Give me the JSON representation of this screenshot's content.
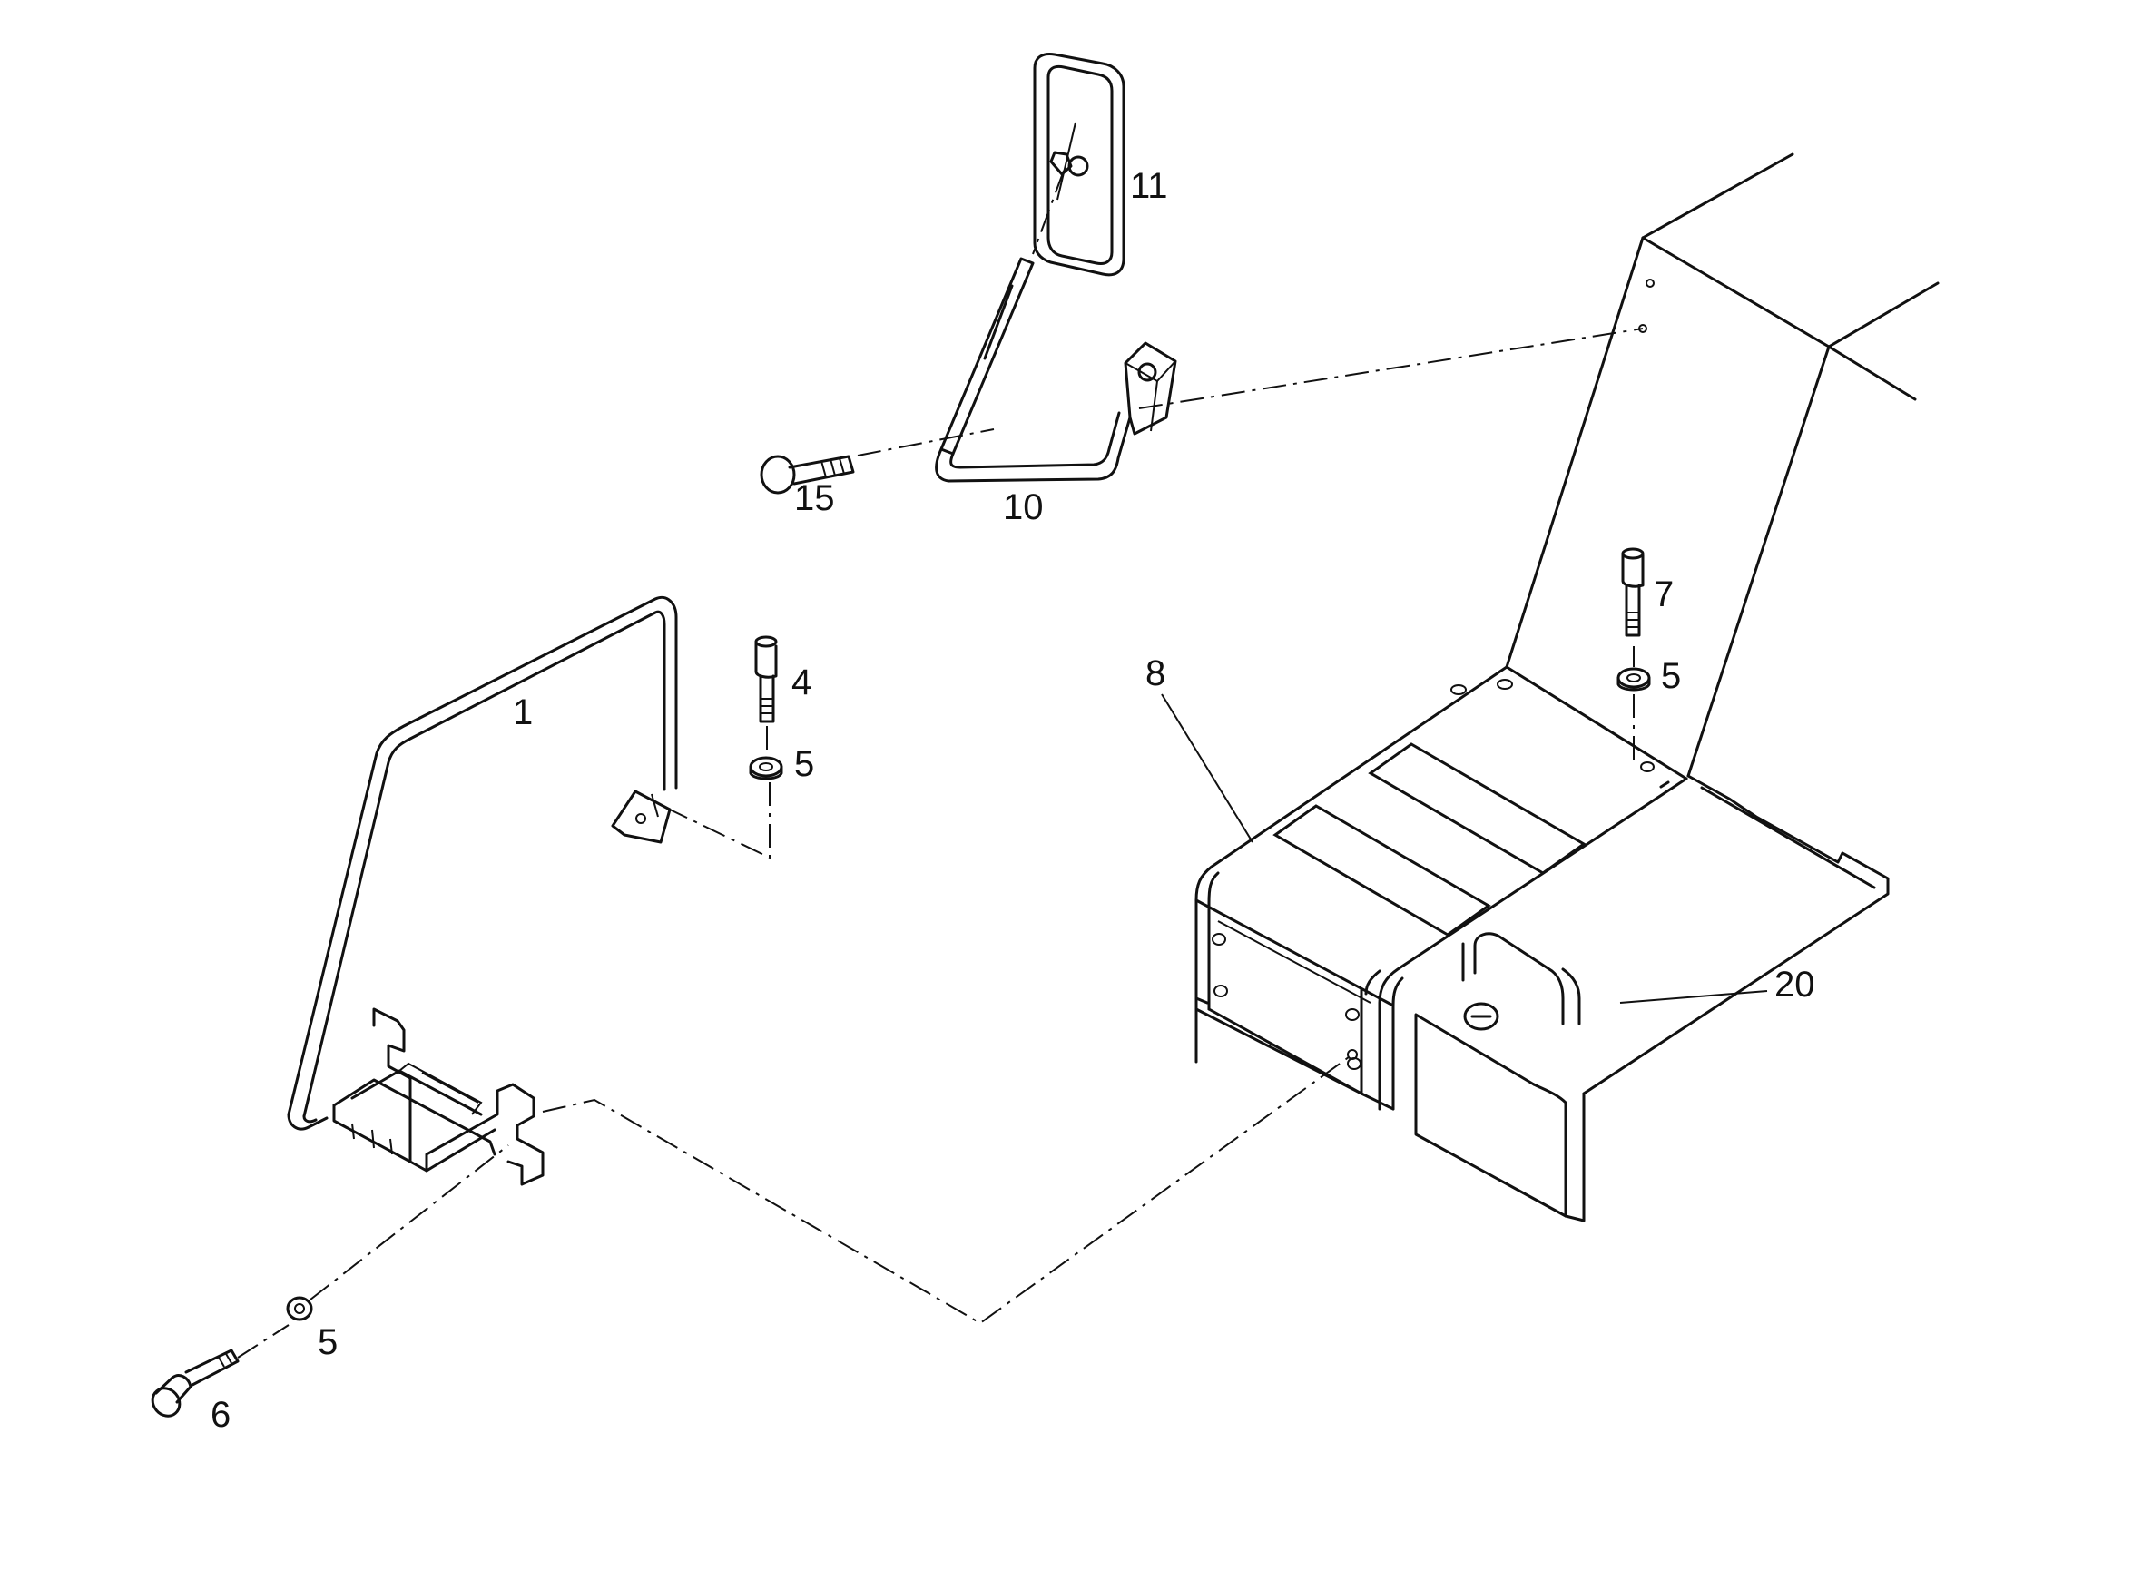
{
  "labels": {
    "p1": "1",
    "p4": "4",
    "p5a": "5",
    "p5b": "5",
    "p5c": "5",
    "p6": "6",
    "p7": "7",
    "p8": "8",
    "p10": "10",
    "p11": "11",
    "p15": "15",
    "p20": "20"
  }
}
